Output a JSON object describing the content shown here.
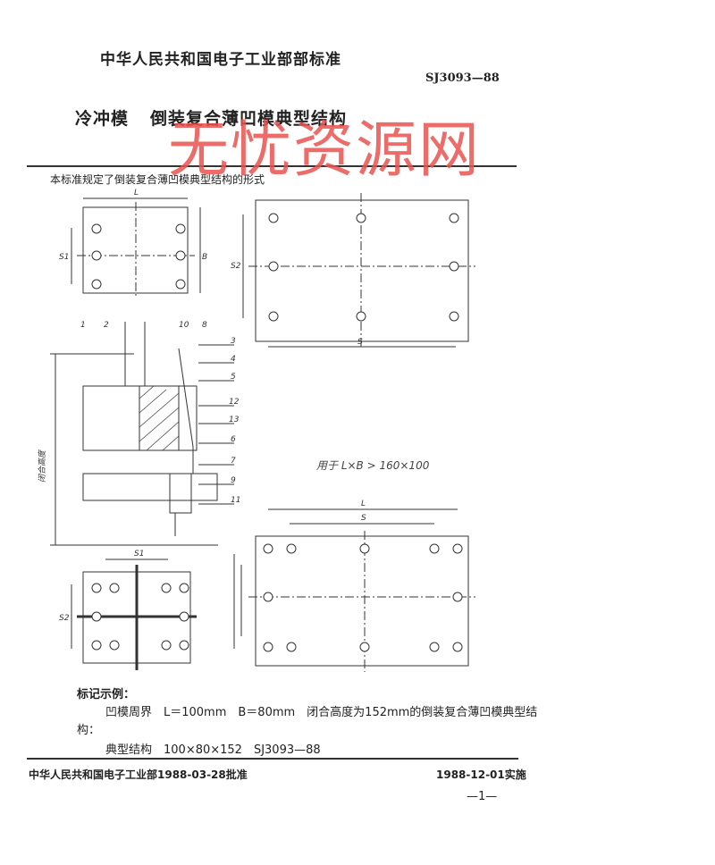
{
  "header": {
    "organization": "中华人民共和国电子工业部部标准",
    "standard_code": "SJ3093—88"
  },
  "title": {
    "part1": "冷冲模",
    "part2": "倒装复合薄凹模典型结构"
  },
  "watermark": "无忧资源网",
  "intro": "本标准规定了倒装复合薄凹模典型结构的形式",
  "drawing": {
    "dim_L_top": "L",
    "dim_S1": "S1",
    "dim_B": "B",
    "dim_S2_right": "S2",
    "dim_S_right": "S",
    "dim_S1_bottom": "S1",
    "dim_S2_bottom": "S2",
    "dim_L_bottom": "L",
    "dim_S_bottom": "S",
    "height_label": "闭合高度",
    "part_numbers": [
      "1",
      "2",
      "10",
      "8",
      "3",
      "4",
      "5",
      "12",
      "13",
      "6",
      "7",
      "9",
      "11"
    ],
    "size_note": "用于 L×B > 160×100"
  },
  "marking": {
    "heading": "标记示例：",
    "line1": "凹模周界　L＝100mm　B＝80mm　闭合高度为152mm的倒装复合薄凹模典型结",
    "line2": "构：",
    "line3": "典型结构　100×80×152　SJ3093—88"
  },
  "footer": {
    "approval": "中华人民共和国电子工业部1988-03-28批准",
    "effective": "1988-12-01实施",
    "page_number": "—1—"
  }
}
